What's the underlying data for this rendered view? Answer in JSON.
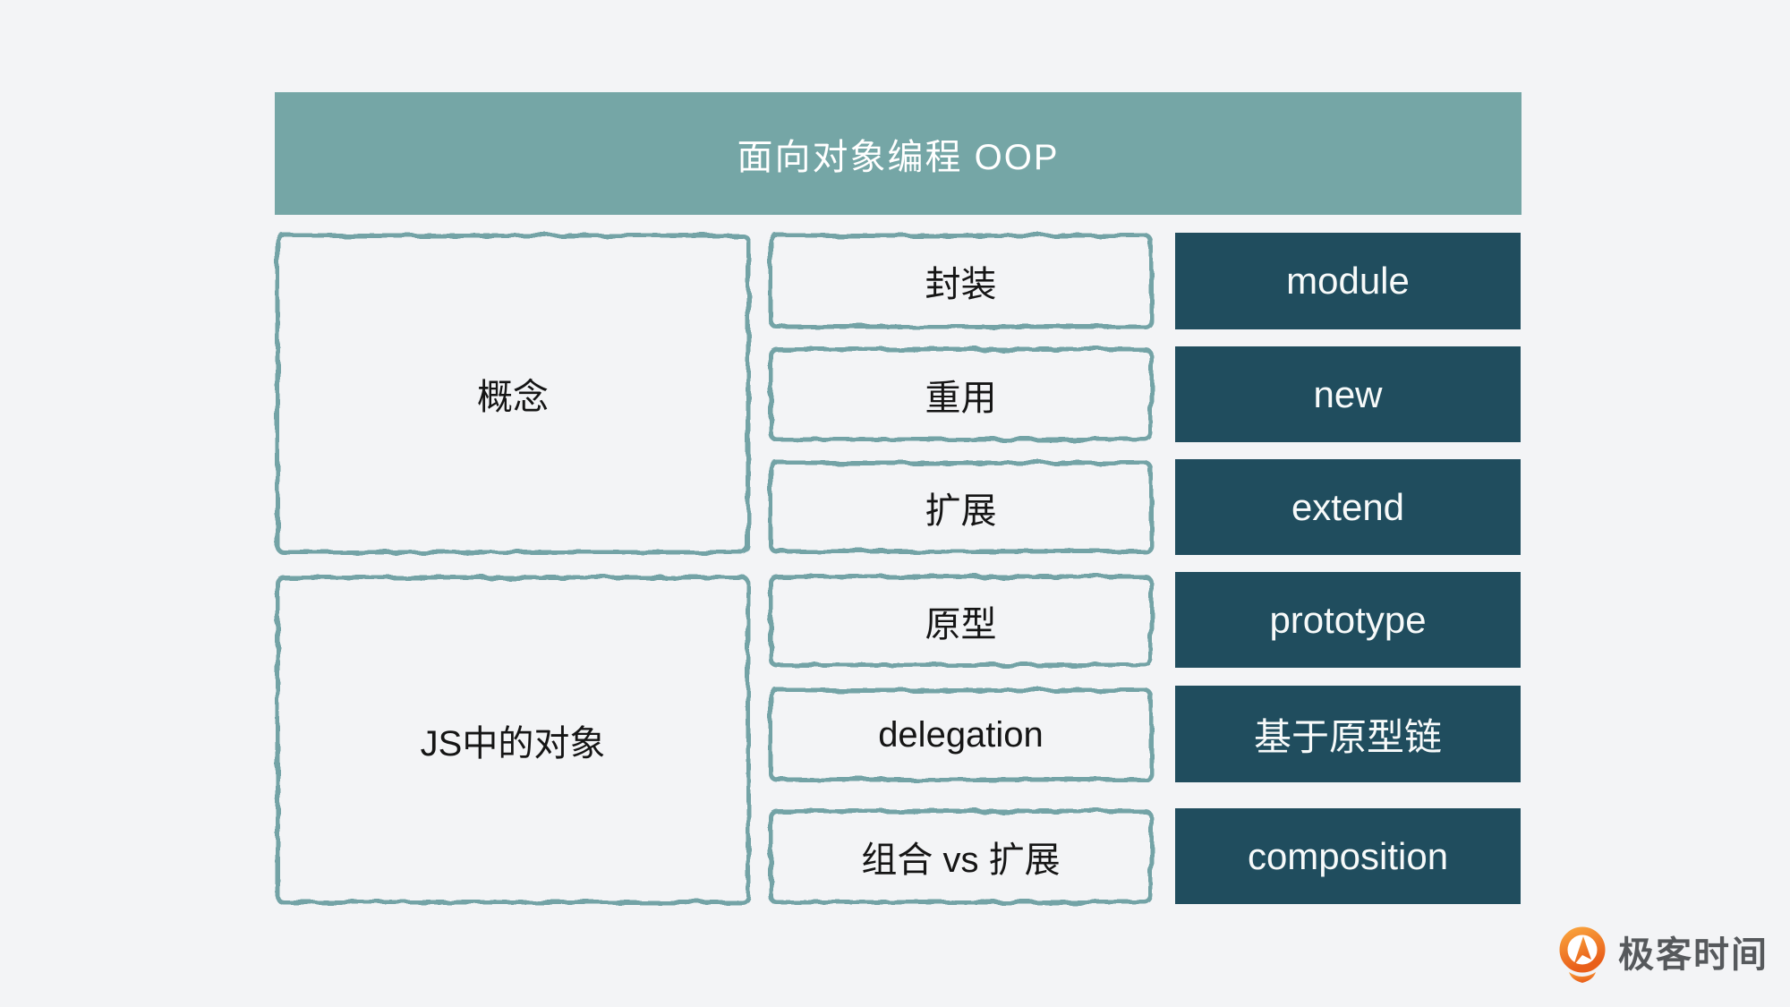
{
  "page": {
    "background": "#f3f4f6"
  },
  "header": {
    "title": "面向对象编程 OOP",
    "bg_color": "#75a6a6",
    "text_color": "#ffffff"
  },
  "groups": [
    {
      "label": "概念"
    },
    {
      "label": "JS中的对象"
    }
  ],
  "rows": [
    {
      "concept": "封装",
      "impl": "module"
    },
    {
      "concept": "重用",
      "impl": "new"
    },
    {
      "concept": "扩展",
      "impl": "extend"
    },
    {
      "concept": "原型",
      "impl": "prototype"
    },
    {
      "concept": "delegation",
      "impl": "基于原型链"
    },
    {
      "concept": "组合 vs 扩展",
      "impl": "composition"
    }
  ],
  "colors": {
    "sketch_border": "#73a3a6",
    "dark_box_bg": "#204d5e",
    "dark_box_text": "#f7fafa",
    "label_text": "#151515"
  },
  "logo": {
    "text": "极客时间",
    "text_color": "#56595c",
    "icon": "geektime-pin-icon",
    "icon_color_top": "#f9a23c",
    "icon_color_bottom": "#e95f1a"
  }
}
